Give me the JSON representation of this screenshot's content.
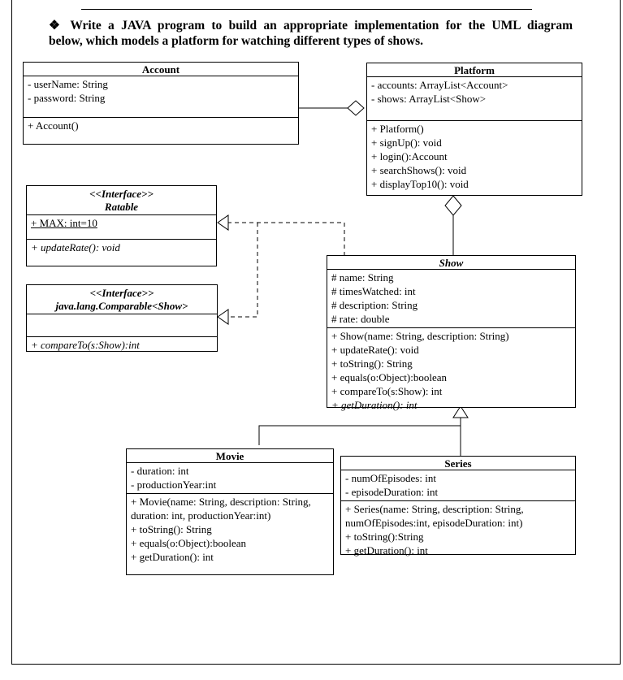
{
  "heading": {
    "bullet": "❖",
    "line1": "Write a JAVA program to build an appropriate implementation for the UML diagram",
    "line2": "below, which models a platform for watching different types of shows."
  },
  "account": {
    "name": "Account",
    "attributes": [
      "- userName: String",
      "- password: String"
    ],
    "methods": [
      "+ Account()"
    ]
  },
  "platform": {
    "name": "Platform",
    "attributes": [
      "- accounts: ArrayList<Account>",
      "- shows: ArrayList<Show>"
    ],
    "methods": [
      "+ Platform()",
      "+ signUp(): void",
      "+ login():Account",
      "+ searchShows(): void",
      "+ displayTop10(): void"
    ]
  },
  "ratable": {
    "stereotype": "<<Interface>>",
    "name": "Ratable",
    "attributes": [
      "+ MAX: int=10"
    ],
    "methods": [
      "+ updateRate(): void"
    ]
  },
  "comparable": {
    "stereotype": "<<Interface>>",
    "name": "java.lang.Comparable<Show>",
    "methods": [
      "+ compareTo(s:Show):int"
    ]
  },
  "show": {
    "name": "Show",
    "attributes": [
      "# name: String",
      "# timesWatched: int",
      "# description: String",
      "# rate: double"
    ],
    "methods": [
      "+ Show(name: String, description: String)",
      "+ updateRate(): void",
      "+ toString(): String",
      "+ equals(o:Object):boolean",
      "+ compareTo(s:Show): int",
      "+ getDuration(): int"
    ]
  },
  "movie": {
    "name": "Movie",
    "attributes": [
      "- duration: int",
      "- productionYear:int"
    ],
    "methods": [
      "+ Movie(name: String, description: String, duration: int, productionYear:int)",
      "+ toString(): String",
      "+ equals(o:Object):boolean",
      "+ getDuration(): int"
    ]
  },
  "series": {
    "name": "Series",
    "attributes": [
      "- numOfEpisodes: int",
      "- episodeDuration: int"
    ],
    "methods": [
      "+ Series(name: String, description: String, numOfEpisodes:int, episodeDuration: int)",
      "+ toString():String",
      "+ getDuration(): int"
    ]
  }
}
